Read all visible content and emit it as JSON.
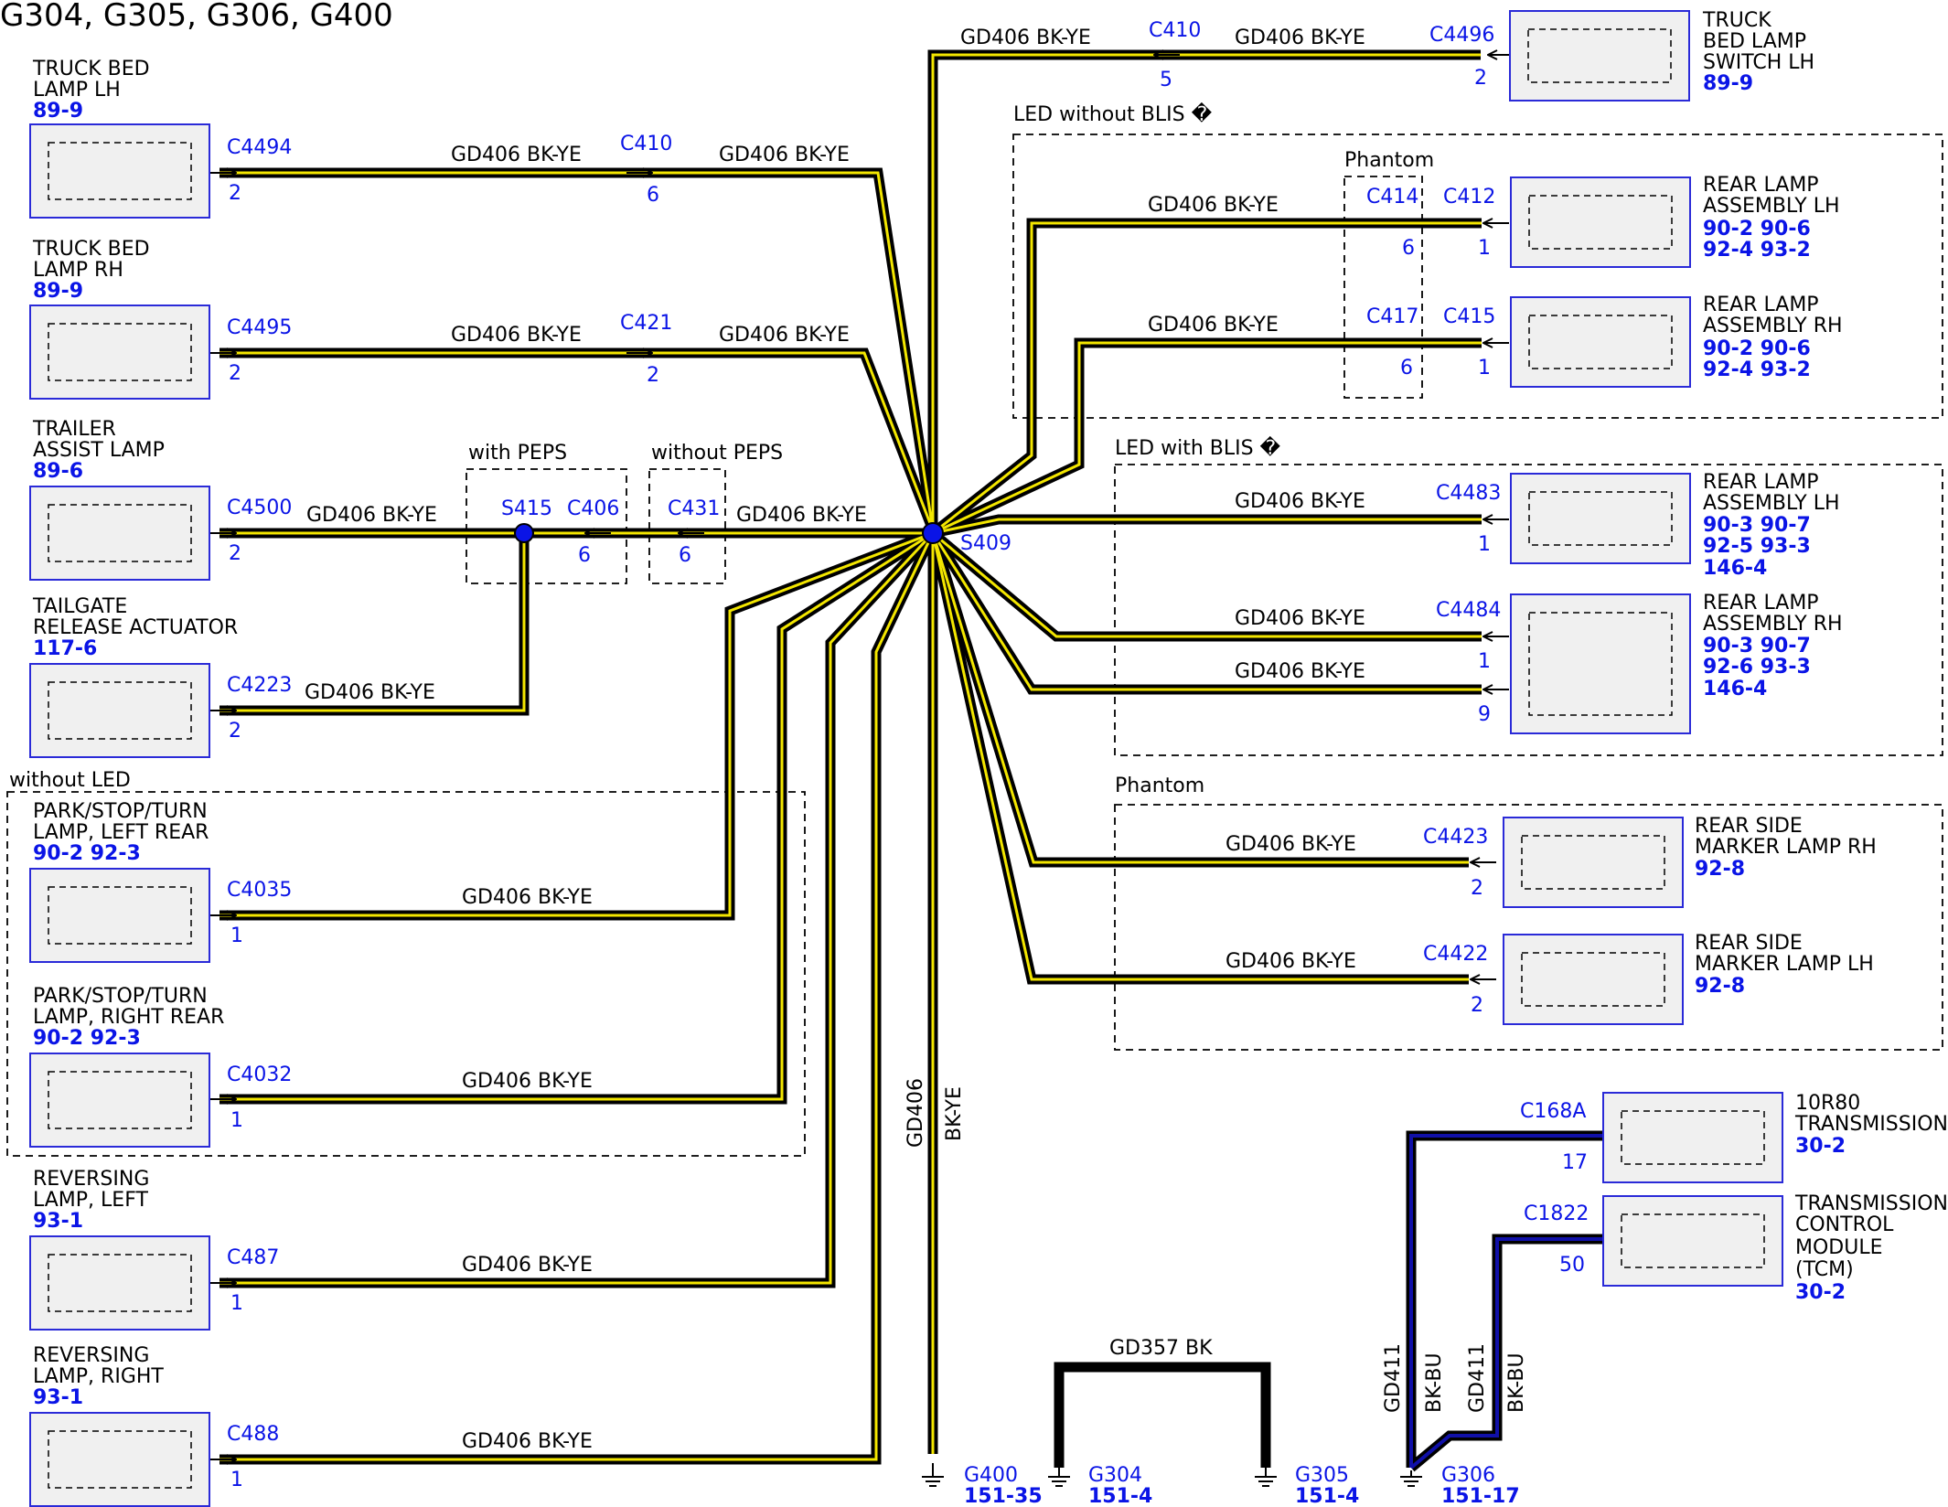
{
  "title": "G304, G305, G306, G400",
  "colors": {
    "wire_black": "#000000",
    "wire_yellow": "#f3e600",
    "wire_blue": "#1010a8",
    "link_blue": "#0a14e6",
    "box_border": "#2a2ad8",
    "box_fill": "#f0f0f0"
  },
  "left_components": [
    {
      "name_lines": [
        "TRUCK BED",
        "LAMP LH"
      ],
      "refs": "89-9",
      "connector": "C4494",
      "pin": "2",
      "wire": "GD406  BK-YE",
      "inline_connector": "C410",
      "inline_pin": "6",
      "wire2": "GD406  BK-YE"
    },
    {
      "name_lines": [
        "TRUCK BED",
        "LAMP RH"
      ],
      "refs": "89-9",
      "connector": "C4495",
      "pin": "2",
      "wire": "GD406  BK-YE",
      "inline_connector": "C421",
      "inline_pin": "2",
      "wire2": "GD406  BK-YE"
    },
    {
      "name_lines": [
        "TRAILER",
        "ASSIST LAMP"
      ],
      "refs": "89-6",
      "connector": "C4500",
      "pin": "2",
      "wire": "GD406  BK-YE"
    },
    {
      "name_lines": [
        "TAILGATE",
        "RELEASE ACTUATOR"
      ],
      "refs": "117-6",
      "connector": "C4223",
      "pin": "2",
      "wire": "GD406  BK-YE"
    },
    {
      "name_lines": [
        "PARK/STOP/TURN",
        "LAMP, LEFT REAR"
      ],
      "refs": "90-2  92-3",
      "connector": "C4035",
      "pin": "1",
      "wire": "GD406  BK-YE"
    },
    {
      "name_lines": [
        "PARK/STOP/TURN",
        "LAMP, RIGHT REAR"
      ],
      "refs": "90-2  92-3",
      "connector": "C4032",
      "pin": "1",
      "wire": "GD406  BK-YE"
    },
    {
      "name_lines": [
        "REVERSING",
        "LAMP, LEFT"
      ],
      "refs": "93-1",
      "connector": "C487",
      "pin": "1",
      "wire": "GD406  BK-YE"
    },
    {
      "name_lines": [
        "REVERSING",
        "LAMP, RIGHT"
      ],
      "refs": "93-1",
      "connector": "C488",
      "pin": "1",
      "wire": "GD406  BK-YE"
    }
  ],
  "peps": {
    "with_label": "with PEPS",
    "without_label": "without PEPS",
    "splice": "S415",
    "c406": "C406",
    "c406_pin": "6",
    "c431": "C431",
    "c431_pin": "6",
    "wire": "GD406  BK-YE"
  },
  "without_led_label": "without LED",
  "hub_splice": "S409",
  "top_switch": {
    "name_lines": [
      "TRUCK",
      "BED LAMP",
      "SWITCH LH"
    ],
    "refs": "89-9",
    "connector": "C4496",
    "pin": "2",
    "inline_connector": "C410",
    "inline_pin": "5",
    "wire": "GD406  BK-YE",
    "wire2": "GD406  BK-YE"
  },
  "led_without_blis": {
    "label": "LED without BLIS �",
    "phantom_label": "Phantom",
    "items": [
      {
        "name_lines": [
          "REAR LAMP",
          "ASSEMBLY LH"
        ],
        "refs": [
          "90-2  90-6",
          "92-4  93-2"
        ],
        "connector": "C412",
        "pin": "1",
        "phantom_connector": "C414",
        "phantom_pin": "6",
        "wire": "GD406  BK-YE"
      },
      {
        "name_lines": [
          "REAR LAMP",
          "ASSEMBLY RH"
        ],
        "refs": [
          "90-2  90-6",
          "92-4  93-2"
        ],
        "connector": "C415",
        "pin": "1",
        "phantom_connector": "C417",
        "phantom_pin": "6",
        "wire": "GD406  BK-YE"
      }
    ]
  },
  "led_with_blis": {
    "label": "LED with BLIS �",
    "items": [
      {
        "name_lines": [
          "REAR LAMP",
          "ASSEMBLY LH"
        ],
        "refs": [
          "90-3  90-7",
          "92-5  93-3",
          "146-4"
        ],
        "connector": "C4483",
        "pin": "1",
        "wire": "GD406  BK-YE"
      },
      {
        "name_lines": [
          "REAR LAMP",
          "ASSEMBLY RH"
        ],
        "refs": [
          "90-3  90-7",
          "92-6  93-3",
          "146-4"
        ],
        "connector": "C4484",
        "pins": [
          "1",
          "9"
        ],
        "wires": [
          "GD406  BK-YE",
          "GD406  BK-YE"
        ]
      }
    ]
  },
  "side_markers": {
    "phantom_label": "Phantom",
    "items": [
      {
        "name_lines": [
          "REAR SIDE",
          "MARKER LAMP RH"
        ],
        "refs": "92-8",
        "connector": "C4423",
        "pin": "2",
        "wire": "GD406  BK-YE"
      },
      {
        "name_lines": [
          "REAR SIDE",
          "MARKER LAMP LH"
        ],
        "refs": "92-8",
        "connector": "C4422",
        "pin": "2",
        "wire": "GD406  BK-YE"
      }
    ]
  },
  "ground_drop": {
    "circuit": "GD406",
    "color": "BK-YE"
  },
  "grounds": [
    {
      "name": "G400",
      "ref": "151-35"
    },
    {
      "name": "G304",
      "ref": "151-4"
    },
    {
      "name": "G305",
      "ref": "151-4"
    },
    {
      "name": "G306",
      "ref": "151-17"
    }
  ],
  "g304_g305_wire": "GD357  BK",
  "transmission": [
    {
      "name_lines": [
        "10R80",
        "TRANSMISSION"
      ],
      "refs": "30-2",
      "connector": "C168A",
      "pin": "17",
      "circuit": "GD411",
      "color": "BK-BU"
    },
    {
      "name_lines": [
        "TRANSMISSION",
        "CONTROL",
        "MODULE",
        "(TCM)"
      ],
      "refs": "30-2",
      "connector": "C1822",
      "pin": "50",
      "circuit": "GD411",
      "color": "BK-BU"
    }
  ]
}
